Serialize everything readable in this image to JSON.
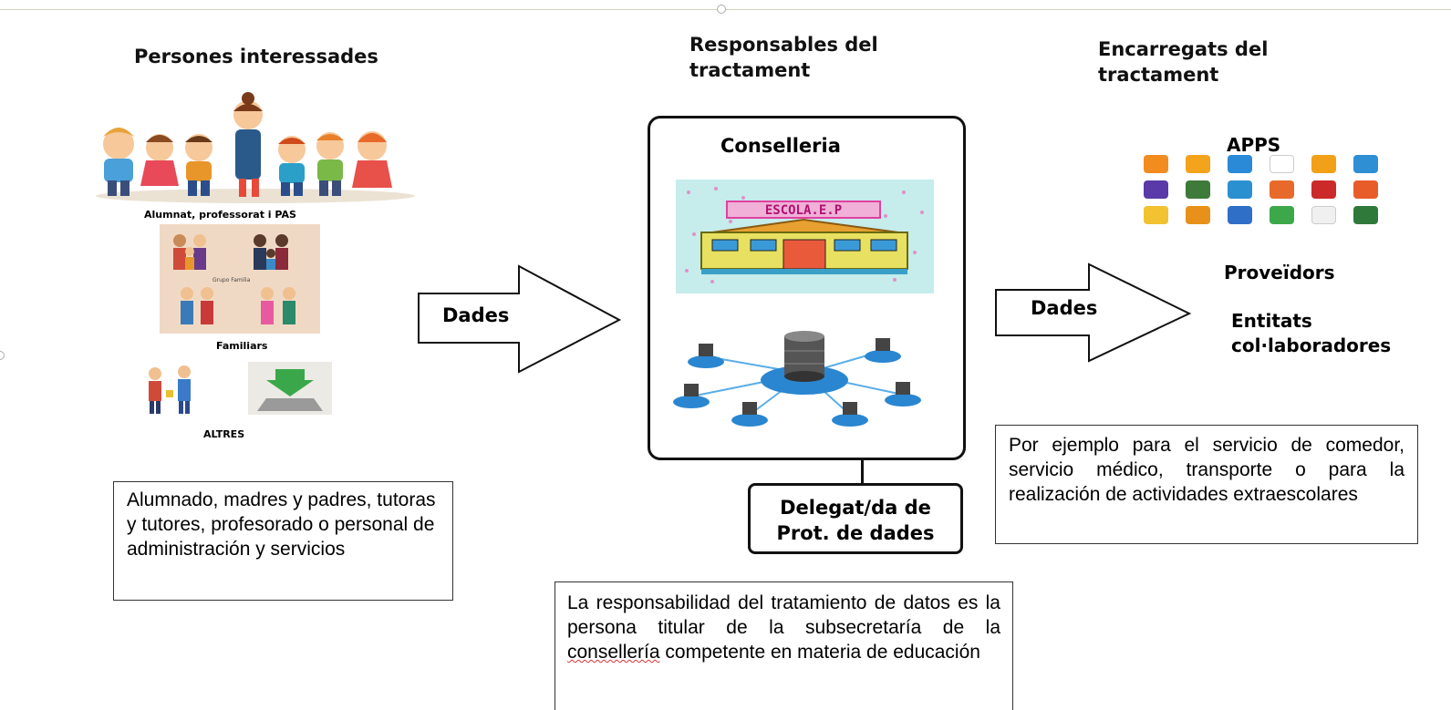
{
  "columns": {
    "interested": "Persones interessades",
    "controllers_line1": "Responsables del",
    "controllers_line2": "tractament",
    "processors_line1": "Encarregats del",
    "processors_line2": "tractament"
  },
  "left": {
    "group1_caption": "Alumnat, professorat i PAS",
    "family_card_text": "Grupo Familia",
    "family_caption": "Familiars",
    "others_caption": "ALTRES",
    "note": "Alumnado, madres y padres, tutoras y tutores, profesorado o personal de administración y servicios"
  },
  "arrows": {
    "left_label": "Dades",
    "right_label": "Dades"
  },
  "center": {
    "box_title": "Conselleria",
    "school_sign": "ESCOLA.E.P",
    "dpo_line1": "Delegat/da de",
    "dpo_line2": "Prot. de dades",
    "note_part1": "La responsabilidad del tratamiento de datos es la persona titular de la subsecretaría de la ",
    "note_misspelled": "consellería",
    "note_part2": " competente en materia de educación"
  },
  "right": {
    "apps_title": "APPS",
    "providers": "Proveïdors",
    "entities_line1": "Entitats",
    "entities_line2": "col·laboradores",
    "note": "Por ejemplo para el servicio de comedor, servicio médico, transporte o para la realización de actividades extraescolares"
  },
  "app_colors": [
    "#f28c1e",
    "#f3a31c",
    "#2a8ad8",
    "#ffffff",
    "#f2a018",
    "#2f8fd4",
    "#5a3aa8",
    "#3e7a3a",
    "#2b90d0",
    "#e86a2a",
    "#cc2a2a",
    "#e85c2a",
    "#f2c230",
    "#e8911a",
    "#2f6fc8",
    "#3da84a",
    "#f0f0f0",
    "#2f7a3a"
  ]
}
